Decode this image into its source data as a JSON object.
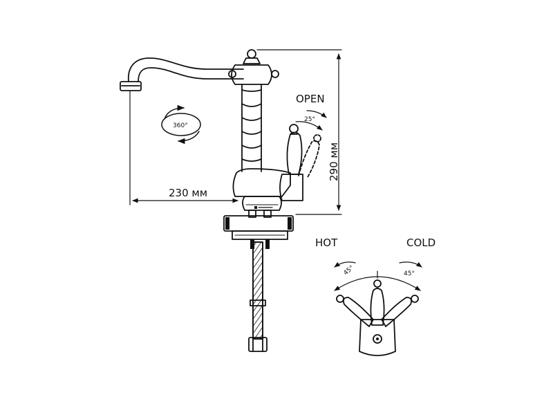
{
  "labels": {
    "open": "OPEN",
    "hot": "HOT",
    "cold": "COLD",
    "height_dim": "290 мм",
    "reach_dim": "230 мм",
    "rotation": "360°",
    "open_angle": "25°",
    "hot_angle": "45°",
    "cold_angle": "45°"
  },
  "colors": {
    "line": "#111111",
    "background": "#ffffff"
  }
}
